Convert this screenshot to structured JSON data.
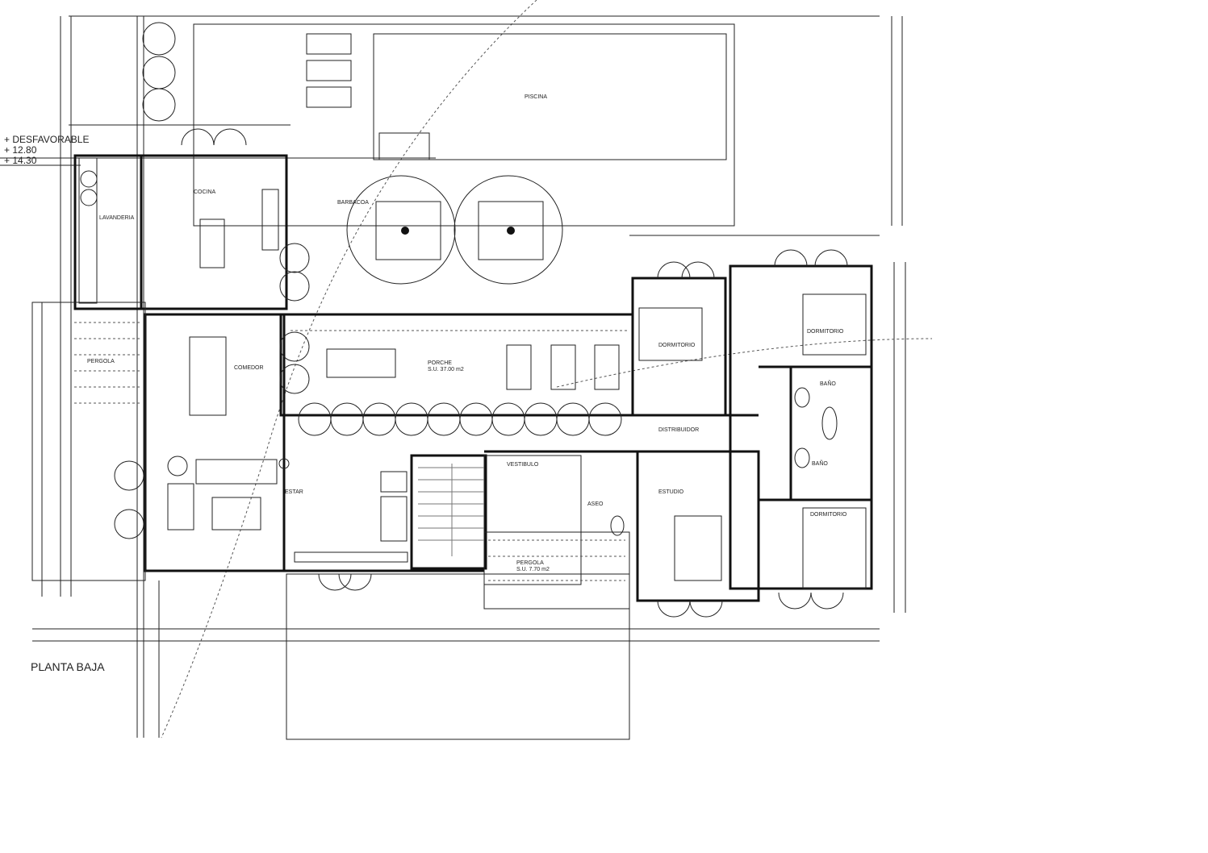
{
  "plan": {
    "title": "PLANTA BAJA",
    "levels": [
      "+ DESFAVORABLE",
      "+ 12.80",
      "+ 14.30"
    ],
    "rooms": {
      "piscina": "PISCINA",
      "barbacoa": "BARBACOA",
      "lavanderia": "LAVANDERIA",
      "cocina": "COCINA",
      "comedor": "COMEDOR",
      "porche": "PORCHE",
      "estar": "ESTAR",
      "pergola_west": "PERGOLA",
      "pergola_south": "PERGOLA",
      "vestibulo": "VESTIBULO",
      "aseo": "ASEO",
      "estudio": "ESTUDIO",
      "distribuidor": "DISTRIBUIDOR",
      "dormitorio_1": "DORMITORIO",
      "dormitorio_2": "DORMITORIO",
      "dormitorio_3": "DORMITORIO",
      "bano_1": "BAÑO",
      "bano_2": "BAÑO"
    },
    "areas": {
      "porche": "S.U. 37.00 m2",
      "pergola_south": "S.U. 7.70 m2"
    }
  }
}
